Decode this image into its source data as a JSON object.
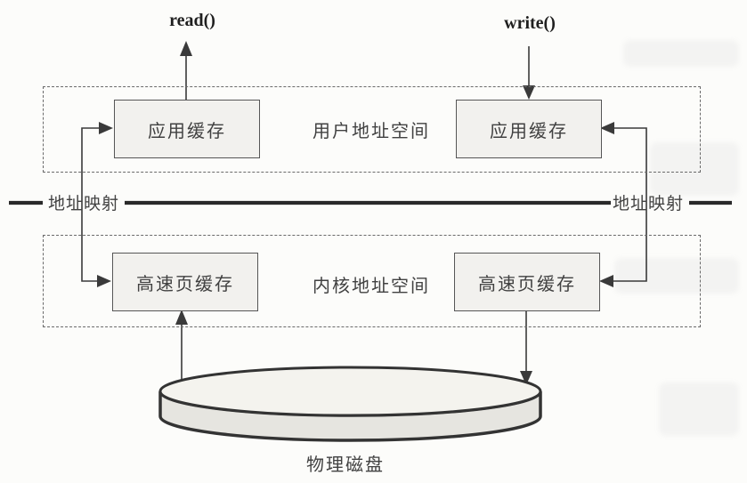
{
  "diagram": {
    "read_call": "read()",
    "write_call": "write()",
    "user_space": {
      "label": "用户地址空间",
      "left_box": "应用缓存",
      "right_box": "应用缓存"
    },
    "kernel_space": {
      "label": "内核地址空间",
      "left_box": "高速页缓存",
      "right_box": "高速页缓存"
    },
    "address_mapping_left": "地址映射",
    "address_mapping_right": "地址映射",
    "disk_label": "物理磁盘",
    "colors": {
      "page_bg": "#fcfcfa",
      "line": "#3a3a3a",
      "divider": "#2a2a2a",
      "box_fill": "#f2f1ee",
      "box_border": "#565656",
      "dashed_border": "#6a6a6a",
      "disk_fill": "#e6e5e0",
      "disk_top_fill": "#f4f3ee",
      "disk_stroke": "#333333",
      "text": "#414141",
      "bold_text": "#1f1f1f"
    }
  }
}
